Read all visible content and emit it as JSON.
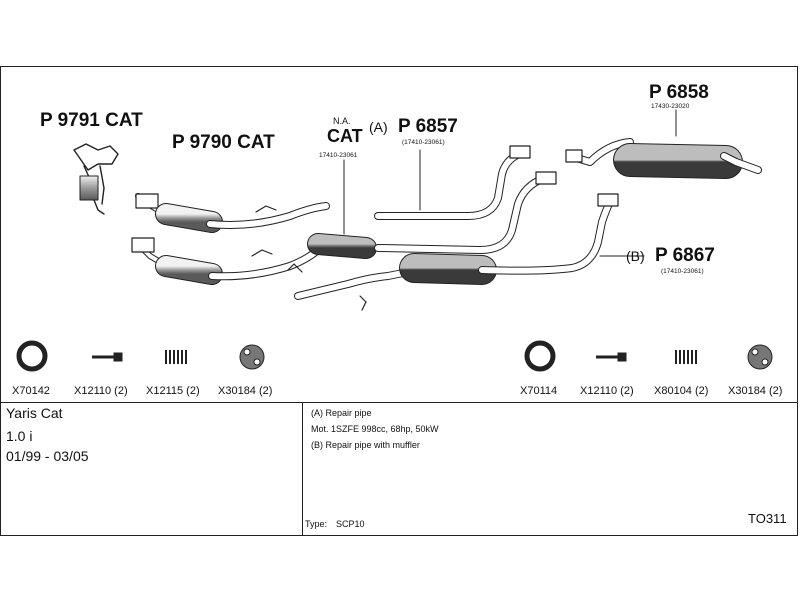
{
  "parts": {
    "p9791": "P 9791 CAT",
    "p9790": "P 9790 CAT",
    "na": "N.A.",
    "cat": "CAT",
    "cat_ref": "17410-23061",
    "a_mark": "(A)",
    "p6857": "P 6857",
    "p6857_ref": "(17410-23061)",
    "p6858": "P 6858",
    "p6858_ref": "17430-23020",
    "b_mark": "(B)",
    "p6867": "P 6867",
    "p6867_ref": "(17410-23061)"
  },
  "accessories_left": [
    {
      "code": "X70142",
      "icon": "gasket-ring-icon"
    },
    {
      "code": "X12110 (2)",
      "icon": "bolt-icon"
    },
    {
      "code": "X12115 (2)",
      "icon": "spring-icon"
    },
    {
      "code": "X30184 (2)",
      "icon": "rubber-hanger-icon"
    }
  ],
  "accessories_right": [
    {
      "code": "X70114",
      "icon": "gasket-ring-icon"
    },
    {
      "code": "X12110 (2)",
      "icon": "bolt-icon"
    },
    {
      "code": "X80104 (2)",
      "icon": "spring-icon"
    },
    {
      "code": "X30184 (2)",
      "icon": "rubber-hanger-icon"
    }
  ],
  "vehicle": {
    "model": "Yaris Cat",
    "engine": "1.0 i",
    "years": "01/99 - 03/05"
  },
  "notes": {
    "a": "(A) Repair pipe",
    "mot": "Mot. 1SZFE 998cc, 68hp, 50kW",
    "b": "(B) Repair pipe with muffler"
  },
  "type_label": "Type:",
  "type_value": "SCP10",
  "diagram_code": "TO311"
}
